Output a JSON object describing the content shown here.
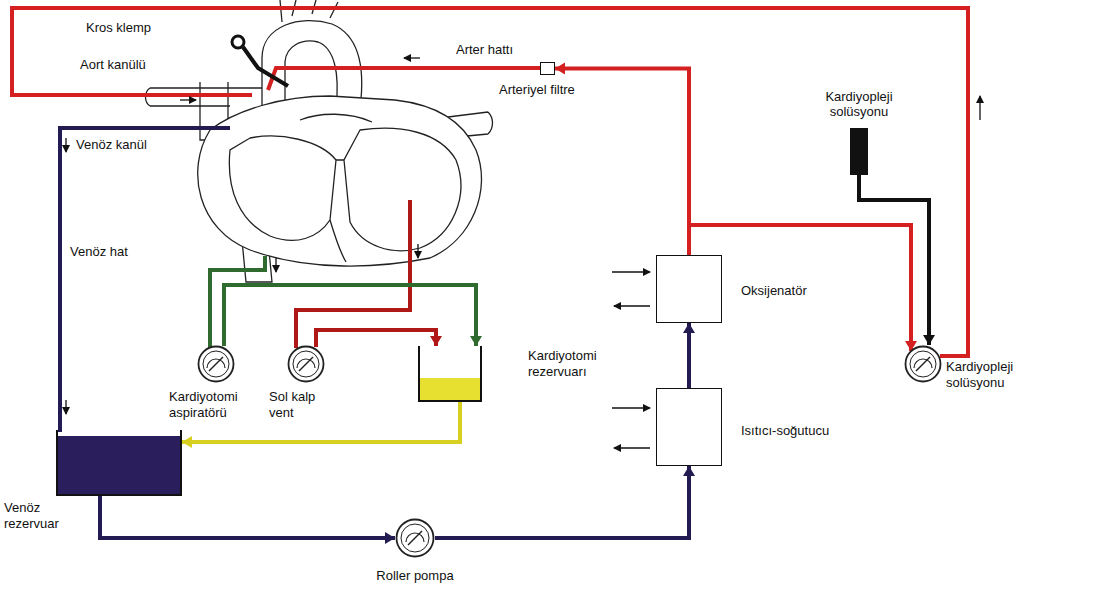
{
  "diagram": {
    "nodes": [
      {
        "text": [
          "Arteriyel filtre"
        ]
      },
      {
        "text": [
          "Kardiyopleji solüsyonu"
        ]
      },
      {
        "text": [
          "Oksijenatör"
        ]
      },
      {
        "text": [
          "Kardiyotomi aspiratörü"
        ]
      },
      {
        "text": [
          "Sol kalp vent"
        ]
      },
      {
        "text": [
          "Kardiyotomi rezervuarı"
        ]
      },
      {
        "text": [
          "Kardiyopleji solüsyonu"
        ]
      },
      {
        "text": [
          "Isıtıcı-soğutucu"
        ]
      },
      {
        "text": [
          "Venöz rezervuar"
        ]
      },
      {
        "text": [
          "Roller pompa"
        ]
      }
    ],
    "edges": [
      {
        "from": 8,
        "to": 9,
        "arrow": "to"
      },
      {
        "from": 9,
        "to": 7,
        "arrow": "to"
      },
      {
        "from": 7,
        "to": 2,
        "arrow": "to"
      },
      {
        "from": 2,
        "to": 0,
        "arrow": "to"
      },
      {
        "from": 2,
        "to": 6,
        "arrow": "to"
      },
      {
        "from": 1,
        "to": 6,
        "arrow": "to"
      },
      {
        "from": 3,
        "to": 5,
        "arrow": "to"
      },
      {
        "from": 4,
        "to": 5,
        "arrow": "to"
      },
      {
        "from": 5,
        "to": 8,
        "arrow": "to"
      }
    ],
    "labels": [
      "Kros klemp",
      "Aort kanülü",
      "Arter hattı",
      "Venöz kanül",
      "Venöz hat"
    ]
  }
}
